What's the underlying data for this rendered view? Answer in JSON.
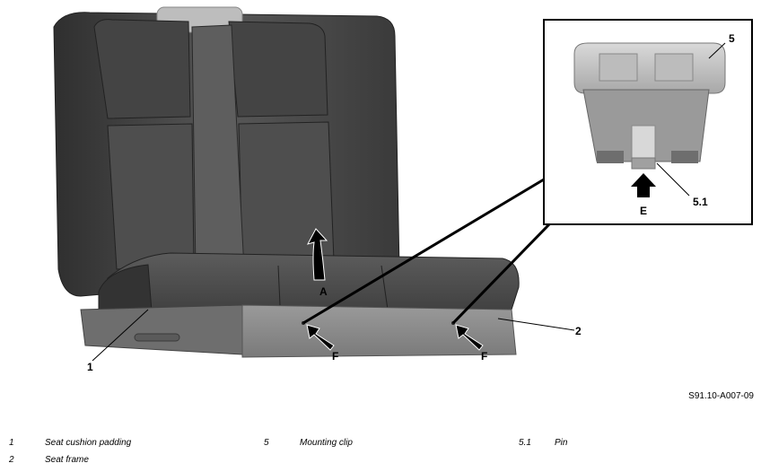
{
  "callouts": {
    "c1": "1",
    "c2": "2",
    "c5": "5",
    "c51": "5.1",
    "arrowA": "A",
    "arrowE": "E",
    "arrowF1": "F",
    "arrowF2": "F"
  },
  "figure_id": "S91.10-A007-09",
  "legend": [
    {
      "num": "1",
      "text": "Seat cushion padding"
    },
    {
      "num": "2",
      "text": "Seat frame"
    },
    {
      "num": "5",
      "text": "Mounting clip"
    },
    {
      "num": "5.1",
      "text": "Pin"
    }
  ],
  "colors": {
    "seat_dark": "#3f3f3f",
    "seat_mid": "#5a5a5a",
    "frame_gray": "#8a8a8a",
    "clip_light": "#d0d0d0"
  }
}
